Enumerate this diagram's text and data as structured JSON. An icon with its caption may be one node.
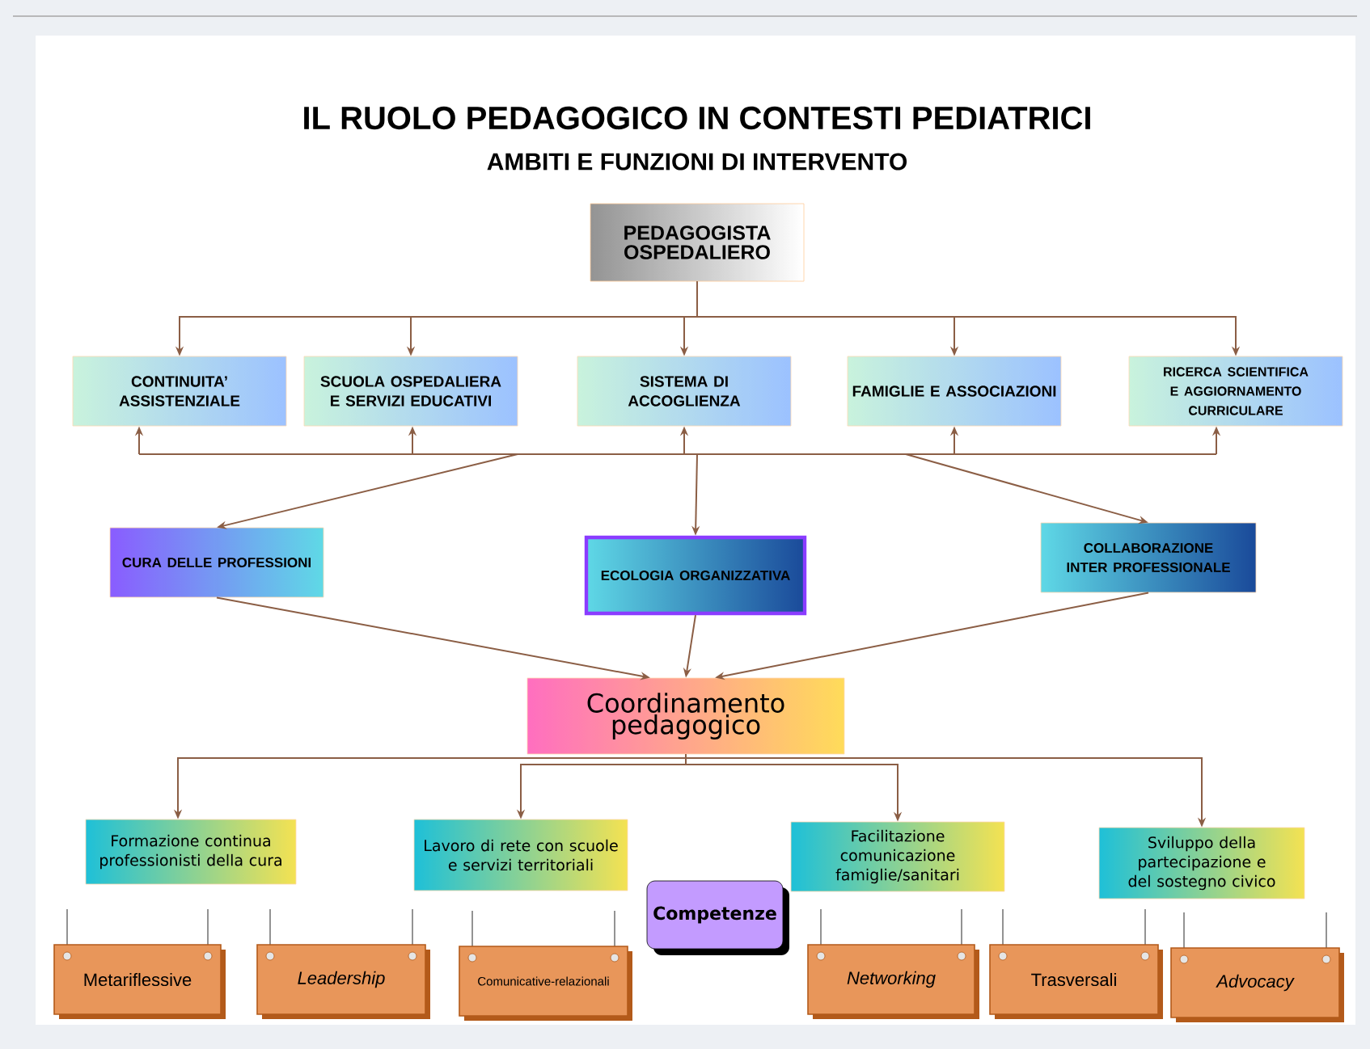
{
  "diagram": {
    "title": "IL RUOLO PEDAGOGICO IN CONTESTI PEDIATRICI",
    "labels": [
      "AMBITI E FUNZIONI DI INTERVENTO"
    ],
    "nodes": [
      {
        "text": [
          "PEDAGOGISTA OSPEDALIERO"
        ]
      },
      {
        "text": [
          "CONTINUITA’ ASSISTENZIALE"
        ]
      },
      {
        "text": [
          "SCUOLA OSPEDALIERA E SERVIZI EDUCATIVI"
        ]
      },
      {
        "text": [
          "SISTEMA DI ACCOGLIENZA"
        ]
      },
      {
        "text": [
          "FAMIGLIE E ASSOCIAZIONI"
        ]
      },
      {
        "text": [
          "RICERCA SCIENTIFICA E AGGIORNAMENTO CURRICULARE"
        ]
      },
      {
        "text": [
          "CURA DELLE PROFESSIONI"
        ]
      },
      {
        "text": [
          "ECOLOGIA ORGANIZZATIVA"
        ]
      },
      {
        "text": [
          "COLLABORAZIONE INTER PROFESSIONALE"
        ]
      },
      {
        "text": [
          "Coordinamento pedagogico"
        ]
      },
      {
        "text": [
          "Formazione continua professionisti della cura"
        ]
      },
      {
        "text": [
          "Lavoro di rete con scuole e servizi territoriali"
        ]
      },
      {
        "text": [
          "Facilitazione comunicazione famiglie/sanitari"
        ]
      },
      {
        "text": [
          "Sviluppo della partecipazione e del sostegno civico"
        ]
      },
      {
        "text": [
          "Competenze"
        ]
      },
      {
        "text": [
          "Metariflessive"
        ]
      },
      {
        "text": [
          "Leadership"
        ]
      },
      {
        "text": [
          "Comunicative-relazionali"
        ]
      },
      {
        "text": [
          "Networking"
        ]
      },
      {
        "text": [
          "Trasversali"
        ]
      },
      {
        "text": [
          "Advocacy"
        ]
      }
    ],
    "edges": [
      {
        "from": 0,
        "to": 1,
        "arrow": "to"
      },
      {
        "from": 0,
        "to": 2,
        "arrow": "to"
      },
      {
        "from": 0,
        "to": 3,
        "arrow": "to"
      },
      {
        "from": 0,
        "to": 4,
        "arrow": "to"
      },
      {
        "from": 0,
        "to": 5,
        "arrow": "to"
      },
      {
        "from": null,
        "to": 1,
        "arrow": "to"
      },
      {
        "from": null,
        "to": 2,
        "arrow": "to"
      },
      {
        "from": null,
        "to": 3,
        "arrow": "to"
      },
      {
        "from": null,
        "to": 4,
        "arrow": "to"
      },
      {
        "from": null,
        "to": 5,
        "arrow": "to"
      },
      {
        "from": null,
        "to": 6,
        "arrow": "to"
      },
      {
        "from": null,
        "to": 7,
        "arrow": "to"
      },
      {
        "from": null,
        "to": 8,
        "arrow": "to"
      },
      {
        "from": 6,
        "to": 9,
        "arrow": "to"
      },
      {
        "from": 7,
        "to": 9,
        "arrow": "to"
      },
      {
        "from": 8,
        "to": 9,
        "arrow": "to"
      },
      {
        "from": 9,
        "to": 10,
        "arrow": "to"
      },
      {
        "from": 9,
        "to": 11,
        "arrow": "to"
      },
      {
        "from": 9,
        "to": 12,
        "arrow": "to"
      },
      {
        "from": 9,
        "to": 13,
        "arrow": "to"
      }
    ]
  }
}
